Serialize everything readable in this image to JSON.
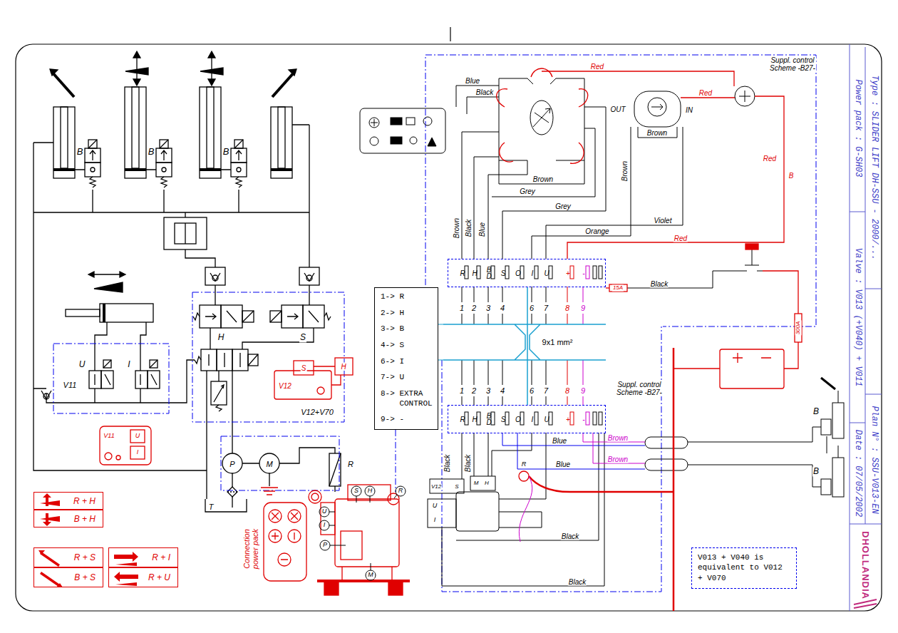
{
  "diagram": {
    "nodes": [
      {
        "text": [
          "1-> R",
          "2-> H",
          "3-> B",
          "4-> S",
          "6-> I",
          "7-> U",
          "8-> EXTRA CONTROL",
          "9-> -"
        ]
      },
      {
        "text": [
          "R",
          "H",
          "B D",
          "S",
          "O",
          "I",
          "U",
          "+",
          "-"
        ]
      },
      {
        "text": [
          "R",
          "H",
          "B D",
          "S",
          "O",
          "I",
          "U",
          "+",
          "-"
        ]
      },
      {
        "text": [
          "V013 + V040 is equivalent to V012 + V070"
        ]
      },
      {
        "text": [
          "R + H"
        ]
      },
      {
        "text": [
          "B + H"
        ]
      },
      {
        "text": [
          "R + S"
        ]
      },
      {
        "text": [
          "B + S"
        ]
      },
      {
        "text": [
          "R + I"
        ]
      },
      {
        "text": [
          "R + U"
        ]
      }
    ],
    "edges": [
      {
        "from": 1,
        "to": 2,
        "arrow": "none",
        "label": "9x1 mm²"
      }
    ],
    "labels": [
      "B",
      "B",
      "B",
      "U",
      "I",
      "V11",
      "H",
      "S",
      "V12+V70",
      "P",
      "M",
      "T",
      "R",
      "V12",
      "S",
      "H",
      "V11",
      "U",
      "I",
      "Connection power pack",
      "S",
      "H",
      "R",
      "U",
      "I",
      "P",
      "M",
      "Blue",
      "Black",
      "Red",
      "Red",
      "OUT",
      "IN",
      "Brown",
      "Suppl. control Scheme -B27-",
      "Brown",
      "Brown",
      "Red",
      "B",
      "Grey",
      "Grey",
      "Brown",
      "Black",
      "Blue",
      "Orange",
      "Violet",
      "Red",
      "1",
      "2",
      "3",
      "4",
      "6",
      "7",
      "8",
      "9",
      "15A",
      "Black",
      "300A",
      "1",
      "2",
      "3",
      "4",
      "6",
      "7",
      "8",
      "9",
      "Suppl. control Scheme -B27-",
      "Black",
      "Black",
      "Blue",
      "Blue",
      "Brown",
      "Brown",
      "B",
      "B",
      "V12",
      "S",
      "M",
      "H",
      "R",
      "U",
      "I",
      "Black",
      "Black",
      "Type : SLIDER LIFT DH-SSU - 2000/...",
      "Power pack : G-SH03",
      "Valve : V013 (+V040) + V011",
      "Date : 07/05/2002",
      "Plan N° : SSU-V013-EN",
      "DHOLLANDIA"
    ]
  }
}
